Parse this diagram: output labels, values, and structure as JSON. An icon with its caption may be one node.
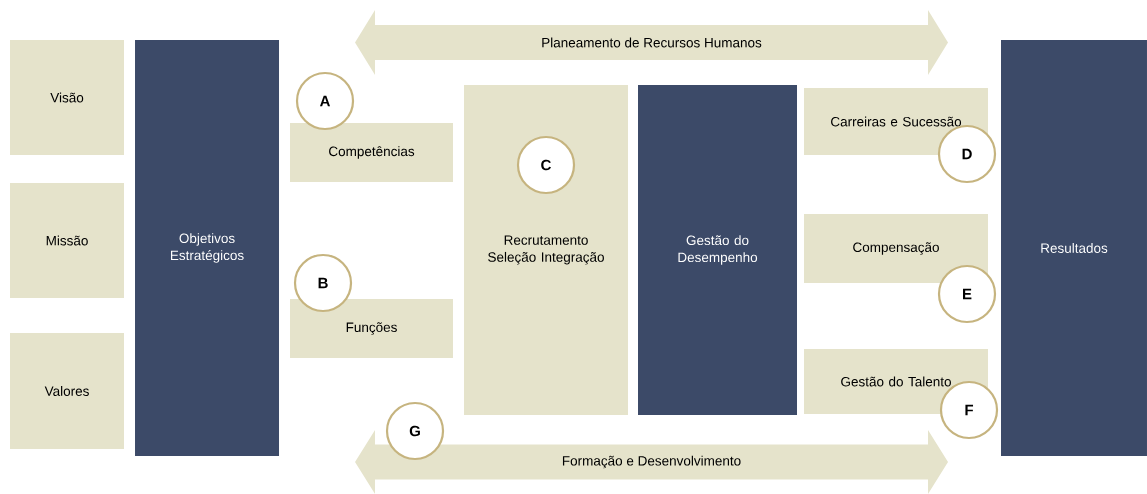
{
  "diagram": {
    "nodes": [
      {
        "text": [
          "Planeamento de Recursos Humanos"
        ]
      },
      {
        "text": [
          "Visão"
        ]
      },
      {
        "text": [
          "Missão"
        ]
      },
      {
        "text": [
          "Valores"
        ]
      },
      {
        "text": [
          "Objetivos Estratégicos"
        ]
      },
      {
        "text": [
          "A"
        ]
      },
      {
        "text": [
          "Competências"
        ]
      },
      {
        "text": [
          "B"
        ]
      },
      {
        "text": [
          "Funções"
        ]
      },
      {
        "text": [
          "Recrutamento Seleção Integração"
        ]
      },
      {
        "text": [
          "C"
        ],
        "in": 9
      },
      {
        "text": [
          "Gestão do Desempenho"
        ]
      },
      {
        "text": [
          "Carreiras e Sucessão"
        ]
      },
      {
        "text": [
          "D"
        ]
      },
      {
        "text": [
          "Compensação"
        ]
      },
      {
        "text": [
          "E"
        ]
      },
      {
        "text": [
          "Gestão do Talento"
        ]
      },
      {
        "text": [
          "F"
        ]
      },
      {
        "text": [
          "Resultados"
        ]
      },
      {
        "text": [
          "G"
        ]
      },
      {
        "text": [
          "Formação e Desenvolvimento"
        ]
      }
    ]
  }
}
